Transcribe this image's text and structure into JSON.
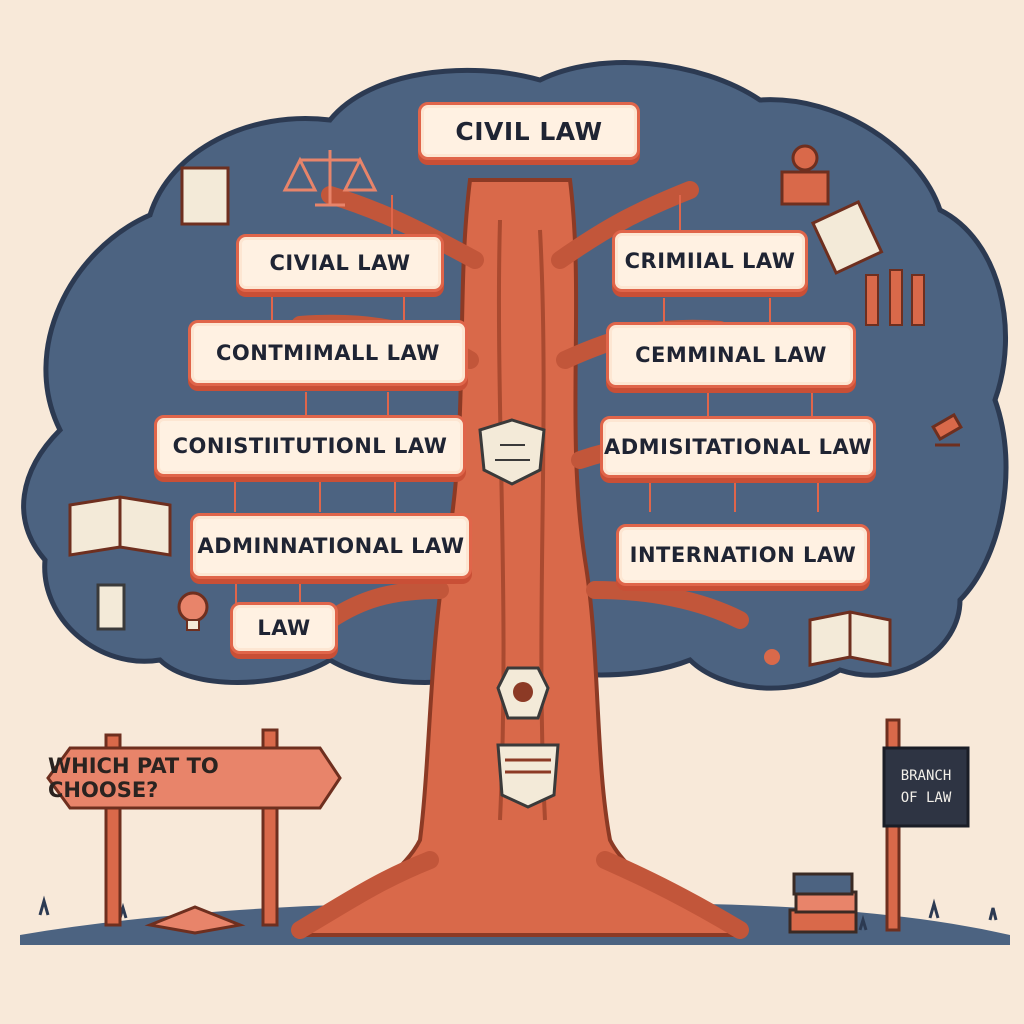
{
  "top_label": "CIVIL LAW",
  "branches_left": [
    "CIVIAL LAW",
    "CONTMIMALL LAW",
    "CONISTIITUTIONL LAW",
    "ADMINNATIONAL LAW",
    "LAW"
  ],
  "branches_right": [
    "CRIMIIAL LAW",
    "CEMMINAL LAW",
    "ADMISITATIONAL LAW",
    "INTERNATION LAW"
  ],
  "signpost_left": "WHICH PAT TO CHOOSE?",
  "signpost_right": {
    "line1": "BRANCH",
    "line2": "OF LAW"
  },
  "colors": {
    "canopy": "#4c6381",
    "trunk": "#d9694a",
    "accent": "#e0654a",
    "background": "#f8e9d9"
  },
  "icons": [
    "scales-icon",
    "book-icon",
    "gavel-icon",
    "lightbulb-icon",
    "pillar-icon",
    "scroll-icon",
    "apple-icon",
    "books-stack-icon",
    "shield-emblem-icon"
  ]
}
